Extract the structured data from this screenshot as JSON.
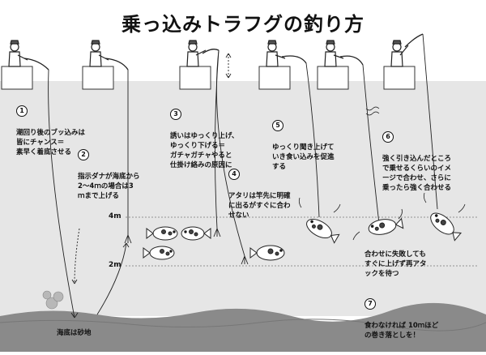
{
  "title": "乗っ込みトラフグの釣り方",
  "depth_labels": {
    "d4m": "4m",
    "d2m": "2m"
  },
  "seabed_label": "海底は砂地",
  "steps": [
    {
      "num": "1",
      "text": "潮回り後のブッ込みは\n皆にチャンス＝\n素早く着底させる"
    },
    {
      "num": "2",
      "text": "指示ダナが海底から\n2～4ｍの場合は3\nｍまで上げる"
    },
    {
      "num": "3",
      "text": "誘いはゆっくり上げ、\nゆっくり下げる＝\nガチャガチャやると\n仕掛け絡みの原因に"
    },
    {
      "num": "4",
      "text": "アタリは竿先に明確\nに出るがすぐに合わ\nせない"
    },
    {
      "num": "5",
      "text": "ゆっくり聞き上げて\nいき食い込みを促進\nする"
    },
    {
      "num": "6",
      "text": "強く引き込んだところ\nで乗せるくらいのイメ\nージで合わせ、さらに\n乗ったら強く合わせる"
    },
    {
      "num": "",
      "text": "合わせに失敗しても\nすぐに上げず再アタ\nックを待つ"
    },
    {
      "num": "7",
      "text": "食わなければ 10ｍほど\nの巻き落としを！"
    }
  ],
  "icons": {
    "angler": "angler-icon",
    "fish": "pufferfish-icon",
    "rig": "hook-rig-icon"
  },
  "colors": {
    "water": "#e6e6e6",
    "seabed": "#8a8a8a",
    "line": "#222222"
  }
}
